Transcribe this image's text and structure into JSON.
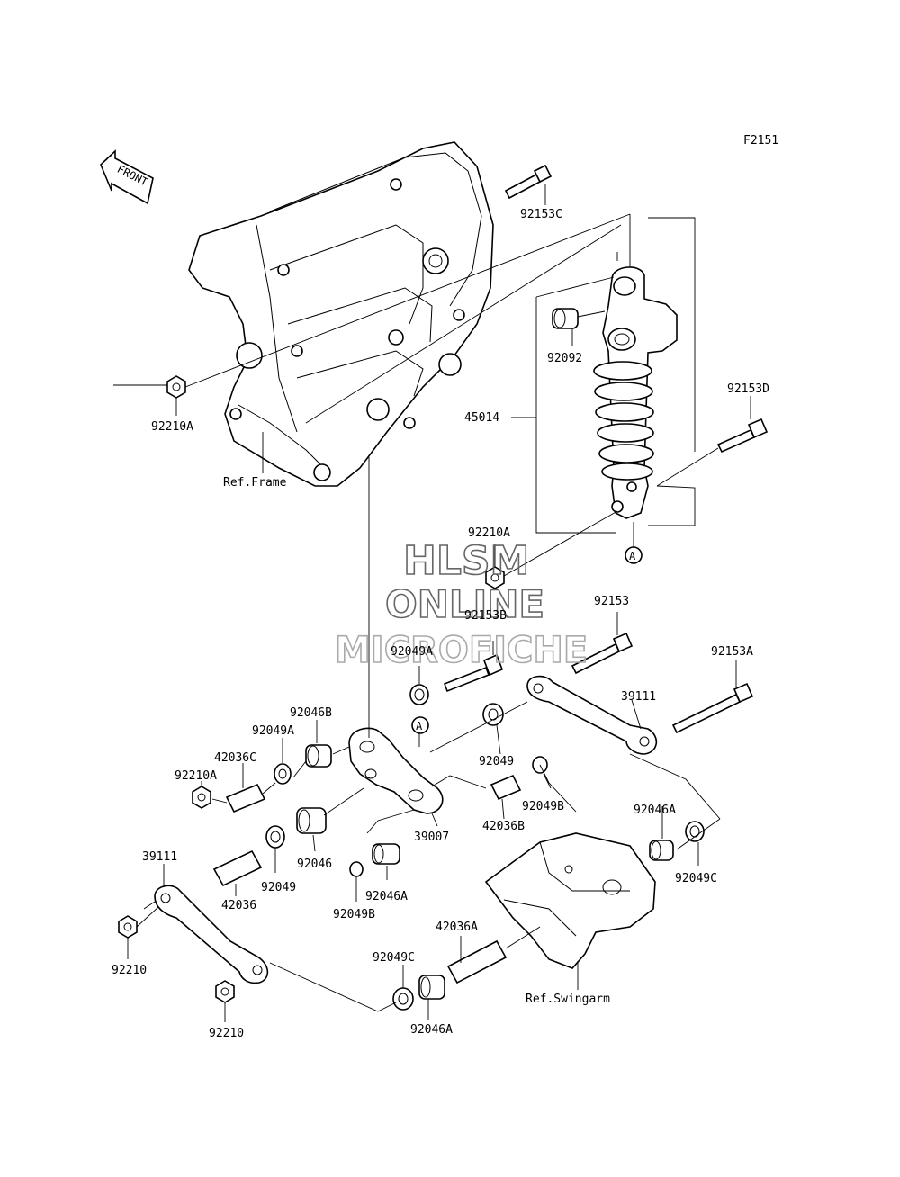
{
  "figure_code": "F2151",
  "front_arrow_text": "FRONT",
  "callout_letter": "A",
  "watermark": {
    "line1": "HLSM",
    "line2": "ONLINE",
    "line3": "MICROFICHE"
  },
  "labels": {
    "p92153C": "92153C",
    "p92092": "92092",
    "p45014": "45014",
    "p92153D": "92153D",
    "p92210A_top": "92210A",
    "ref_frame": "Ref.Frame",
    "p92210A_mid": "92210A",
    "p92153B": "92153B",
    "p92153": "92153",
    "p92153A": "92153A",
    "p92049A_a": "92049A",
    "p39111_r": "39111",
    "p92046B": "92046B",
    "p92049A_b": "92049A",
    "p42036C": "42036C",
    "p92210A_left": "92210A",
    "p92049": "92049",
    "p92049B_a": "92049B",
    "p42036B": "42036B",
    "p39007": "39007",
    "p92046A_a": "92046A",
    "p92049C_a": "92049C",
    "p39111_l": "39111",
    "p92049_b": "92049",
    "p92046": "92046",
    "p42036": "42036",
    "p92046A_b": "92046A",
    "p92049B_b": "92049B",
    "p92210_a": "92210",
    "p42036A": "42036A",
    "p92049C_b": "92049C",
    "p92046A_c": "92046A",
    "ref_swingarm": "Ref.Swingarm",
    "p92210_b": "92210"
  }
}
